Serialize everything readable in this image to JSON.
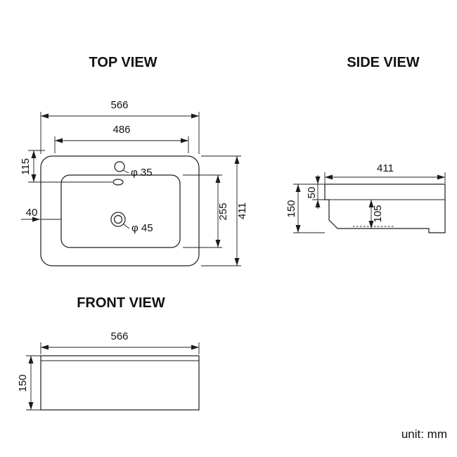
{
  "unit_label": "unit: mm",
  "top_view": {
    "title": "TOP VIEW",
    "dims": {
      "outer_width": "566",
      "inner_width": "486",
      "hole_offset": "115",
      "rim_width": "40",
      "faucet_hole": "φ 35",
      "drain_hole": "φ 45",
      "inner_depth": "255",
      "outer_depth": "411"
    }
  },
  "side_view": {
    "title": "SIDE VIEW",
    "dims": {
      "depth": "411",
      "lip_height": "50",
      "overall_height": "150",
      "bowl_depth": "105"
    }
  },
  "front_view": {
    "title": "FRONT VIEW",
    "dims": {
      "width": "566",
      "height": "150"
    }
  }
}
